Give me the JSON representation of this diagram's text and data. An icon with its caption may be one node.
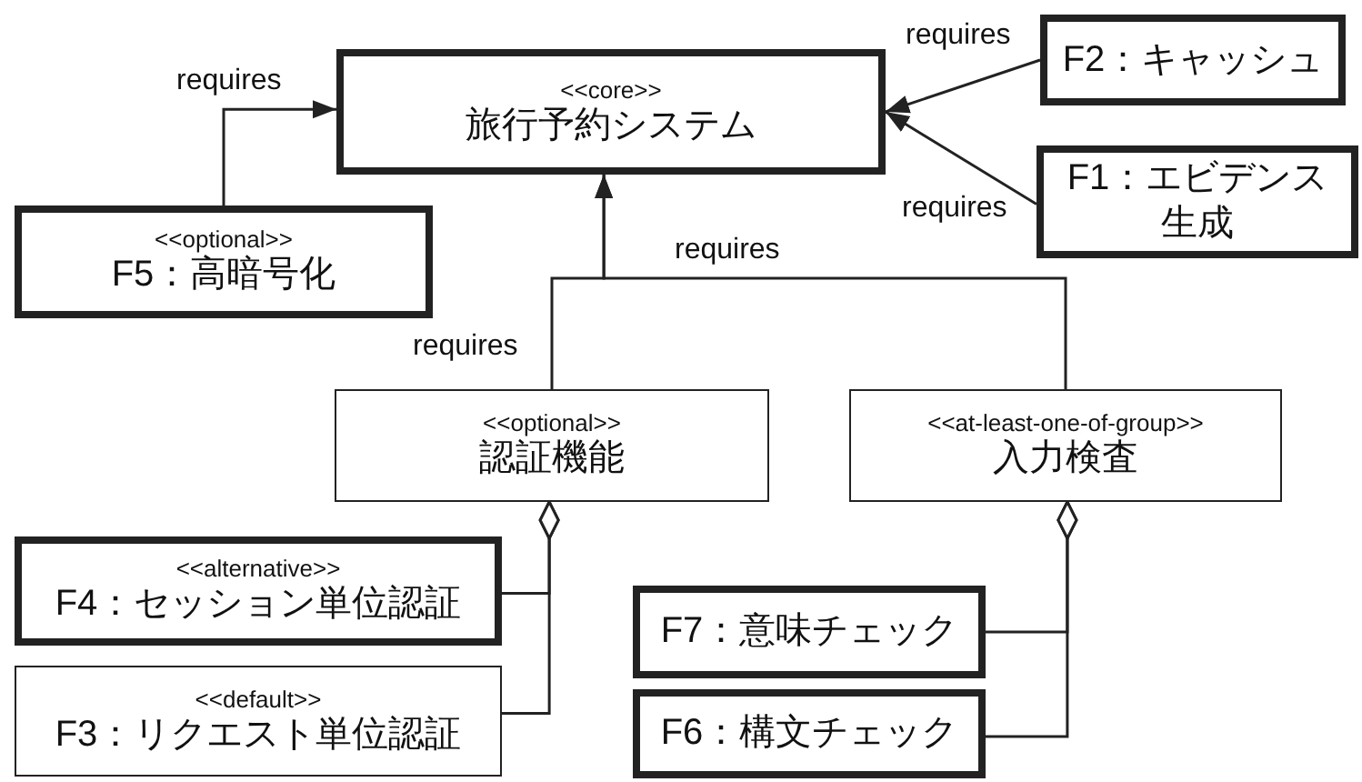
{
  "diagram": {
    "nodes": [
      {
        "text": [
          "<<core>>",
          "旅行予約システム"
        ]
      },
      {
        "text": [
          "F2：キャッシュ"
        ]
      },
      {
        "text": [
          "F1：エビデンス生成"
        ]
      },
      {
        "text": [
          "<<optional>>",
          "F5：高暗号化"
        ]
      },
      {
        "text": [
          "<<optional>>",
          "認証機能"
        ]
      },
      {
        "text": [
          "<<at-least-one-of-group>>",
          "入力検査"
        ]
      },
      {
        "text": [
          "<<alternative>>",
          "F4：セッション単位認証"
        ]
      },
      {
        "text": [
          "<<default>>",
          "F3：リクエスト単位認証"
        ]
      },
      {
        "text": [
          "F7：意味チェック"
        ]
      },
      {
        "text": [
          "F6：構文チェック"
        ]
      }
    ],
    "edges": [
      {
        "from": 1,
        "to": 0,
        "arrow": "to",
        "label": "requires"
      },
      {
        "from": 2,
        "to": 0,
        "arrow": "to",
        "label": "requires"
      },
      {
        "from": 3,
        "to": 0,
        "arrow": "to",
        "label": "requires"
      },
      {
        "from": 4,
        "to": 0,
        "arrow": "to",
        "label": "requires"
      },
      {
        "from": 5,
        "to": 0,
        "arrow": "to",
        "label": "requires"
      },
      {
        "from": 6,
        "to": 4,
        "arrow": "other"
      },
      {
        "from": 7,
        "to": 4,
        "arrow": "other"
      },
      {
        "from": 8,
        "to": 5,
        "arrow": "other"
      },
      {
        "from": 9,
        "to": 5,
        "arrow": "other"
      }
    ]
  }
}
